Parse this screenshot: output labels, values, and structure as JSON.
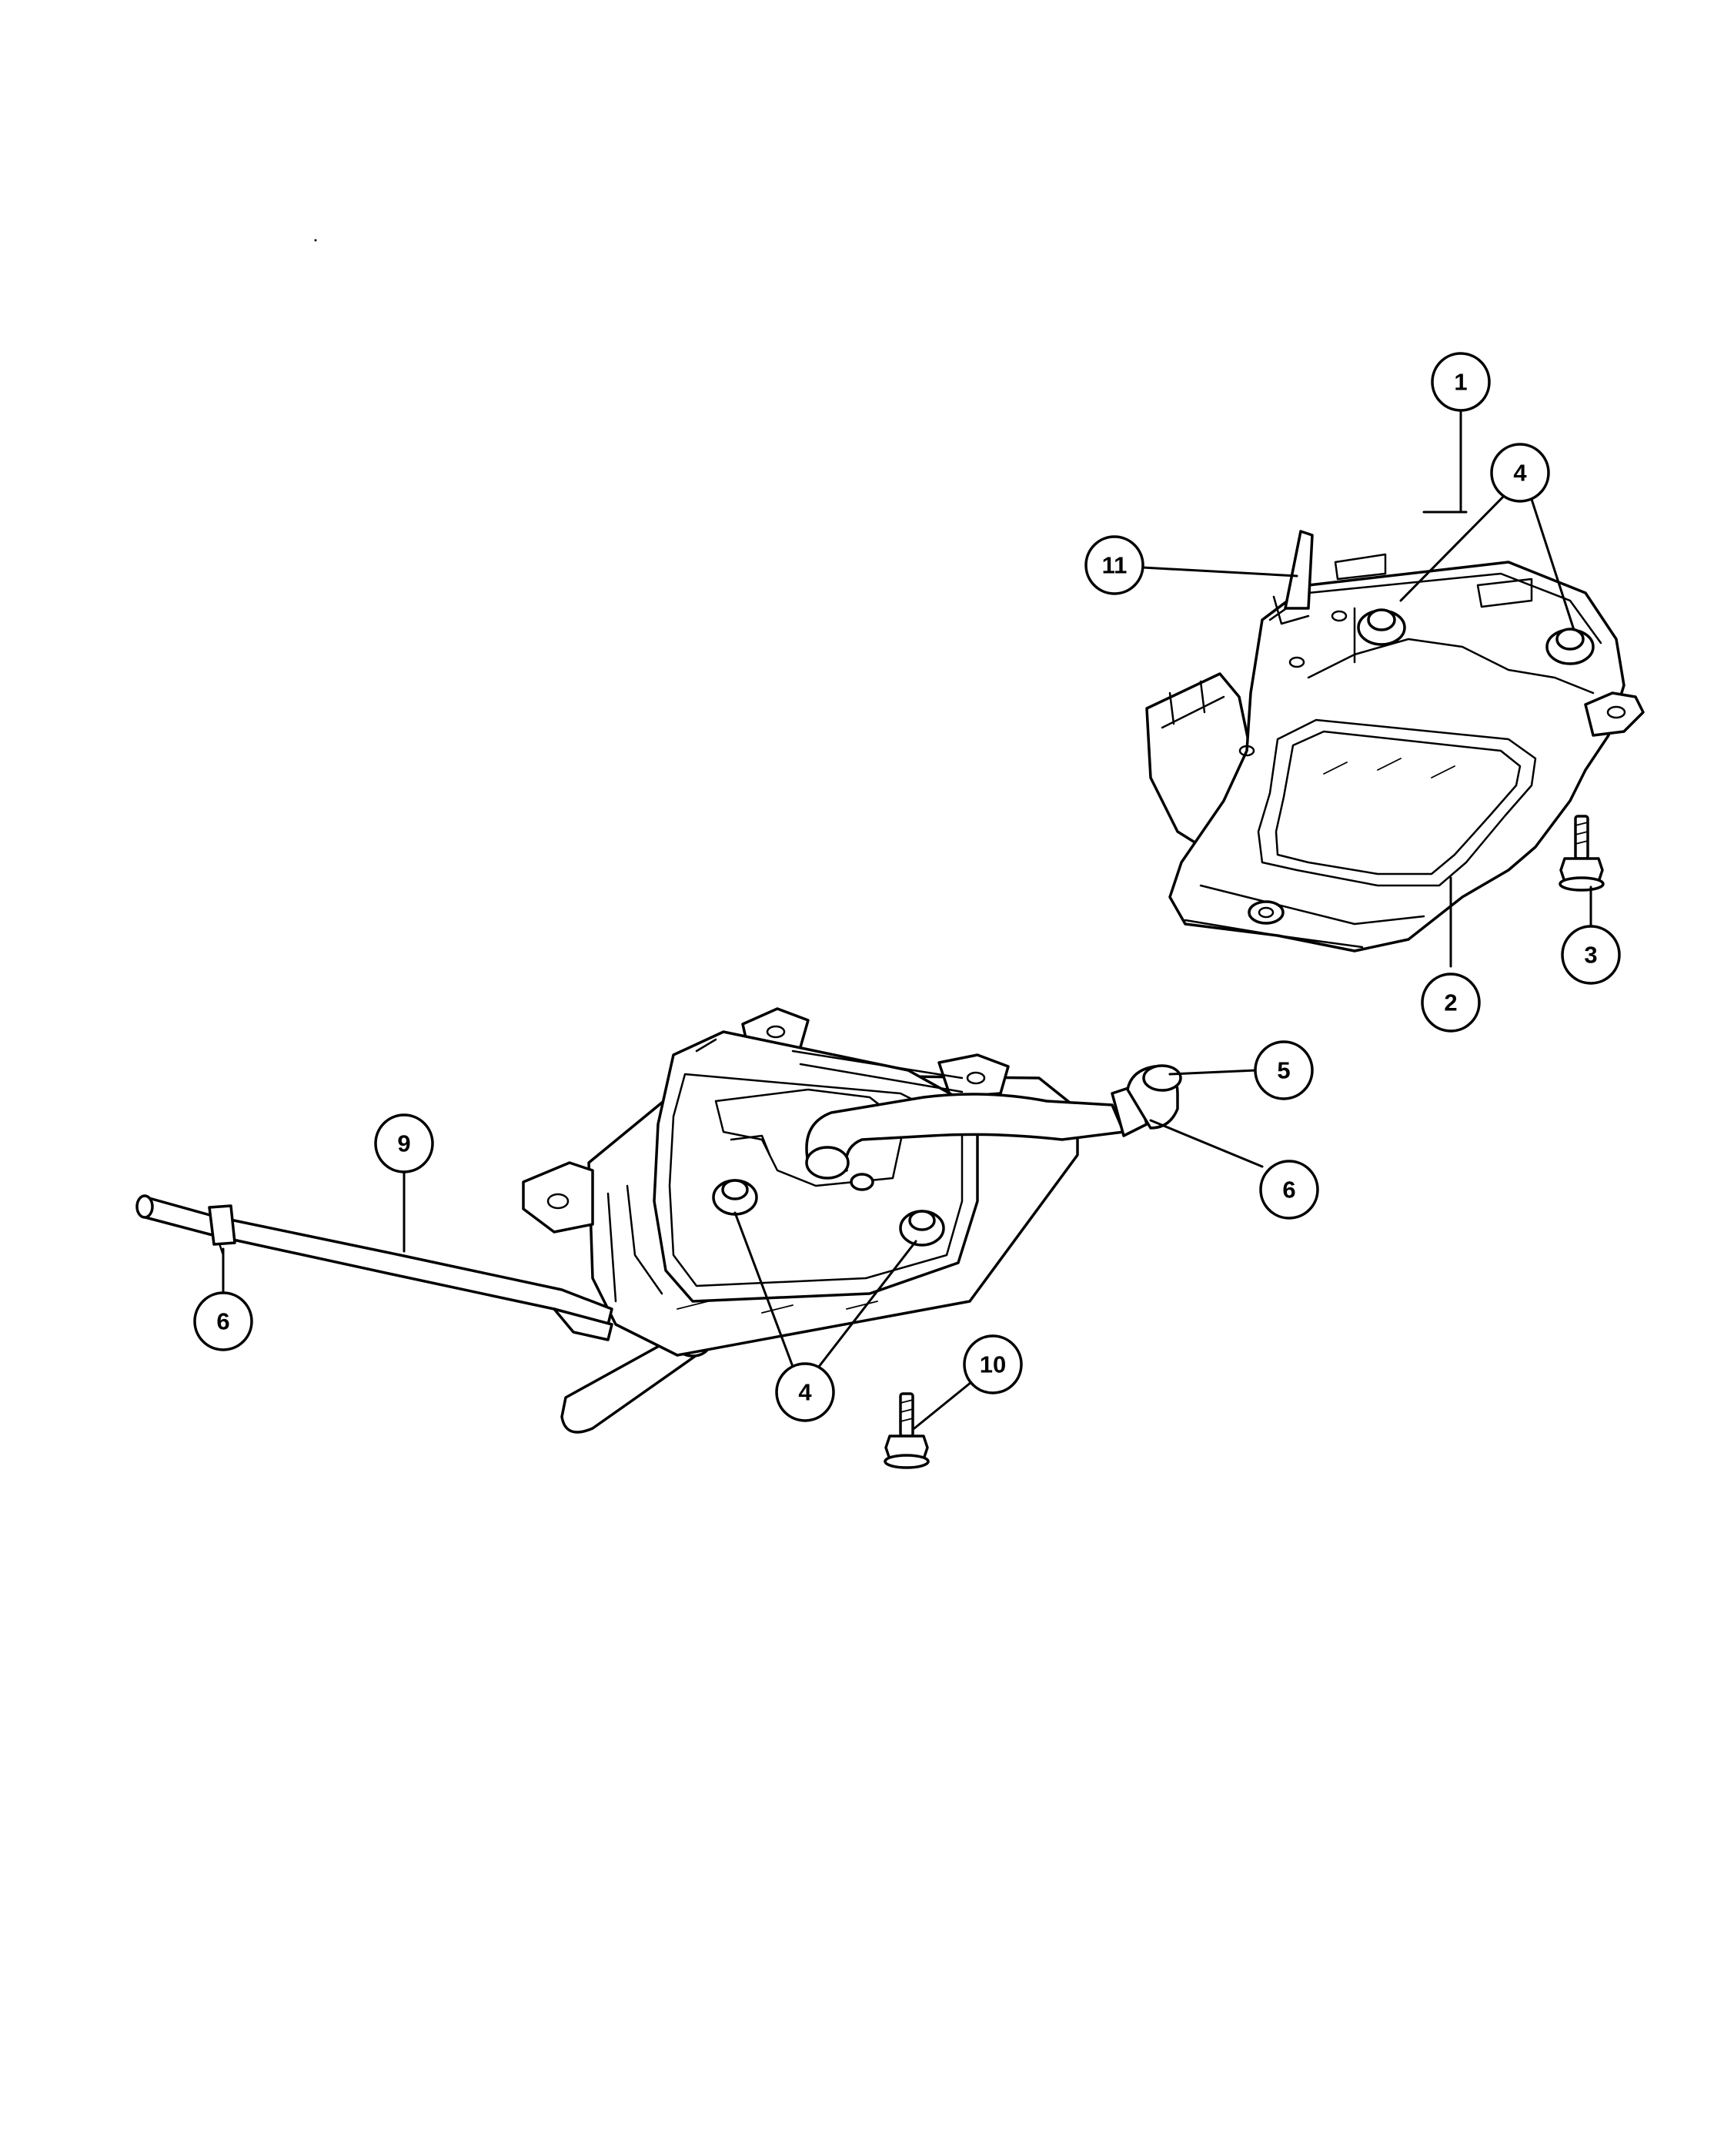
{
  "callouts": {
    "c1": "1",
    "c2": "2",
    "c3": "3",
    "c4a": "4",
    "c4b": "4",
    "c5": "5",
    "c6a": "6",
    "c6b": "6",
    "c9": "9",
    "c10": "10",
    "c11": "11"
  }
}
